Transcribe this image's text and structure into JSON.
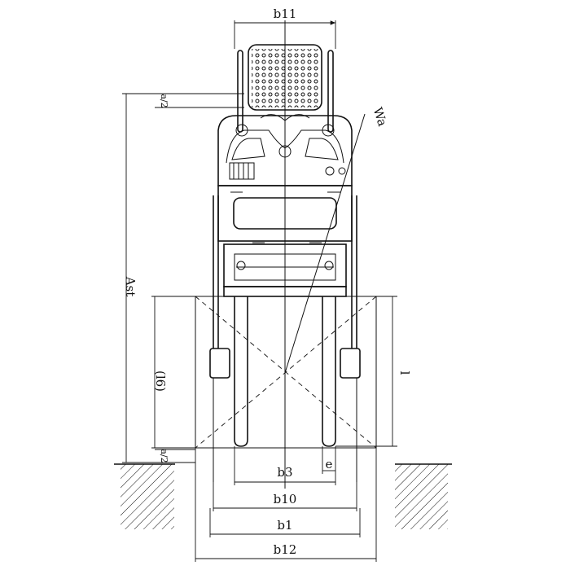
{
  "labels": {
    "b11": "b11",
    "a2_top": "a/2",
    "a2_bottom": "a/2",
    "wa": "Wa",
    "ast": "Ast",
    "l6": "(l6)",
    "l": "l",
    "b3": "b3",
    "e": "e",
    "b10": "b10",
    "b1": "b1",
    "b12": "b12"
  }
}
